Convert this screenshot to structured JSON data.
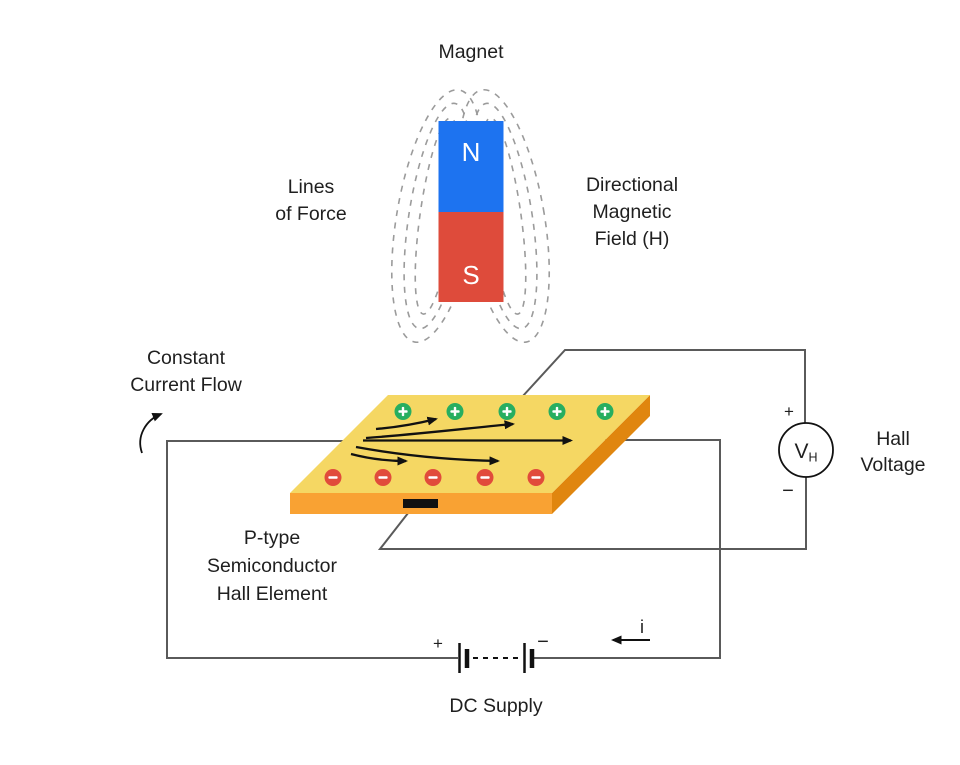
{
  "diagram": {
    "labels": {
      "magnet": "Magnet",
      "lines_of_force": [
        "Lines",
        "of Force"
      ],
      "directional_field": [
        "Directional",
        "Magnetic",
        "Field (H)"
      ],
      "constant_current": [
        "Constant",
        "Current Flow"
      ],
      "semiconductor": [
        "P-type",
        "Semiconductor",
        "Hall Element"
      ],
      "hall_voltage": [
        "Hall",
        "Voltage"
      ],
      "dc_supply": "DC Supply",
      "current": "i"
    },
    "magnet": {
      "north": "N",
      "south": "S"
    },
    "meter": {
      "symbol": "V",
      "subscript": "H",
      "plus": "+",
      "minus": "−"
    },
    "battery": {
      "plus": "+",
      "minus": "−"
    },
    "charges": {
      "plus_symbol": "+",
      "minus_symbol": "−",
      "plus_count": 5,
      "minus_count": 5
    },
    "colors": {
      "magnet_north": "#1D73F0",
      "magnet_south": "#DE4B3B",
      "slab_top": "#F5D763",
      "slab_front": "#F9A233",
      "slab_side": "#E0860F",
      "positive_charge": "#27AE60",
      "negative_charge": "#E14B3B",
      "field_line": "#9B9B9B",
      "wire": "#5A5A5A",
      "ink": "#111111",
      "text": "#1F1F1F"
    }
  }
}
